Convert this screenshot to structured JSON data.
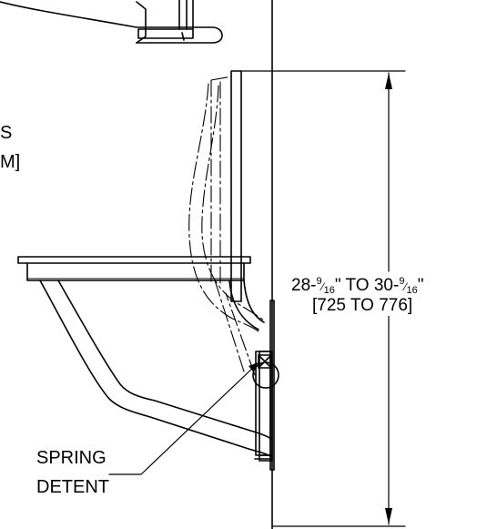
{
  "labels": {
    "cut_left_top": "S",
    "cut_left_bottom": "M]",
    "spring_line1": "SPRING",
    "spring_line2": "DETENT",
    "dim_whole_a": "28-",
    "dim_num_a": "9",
    "dim_den_a": "16",
    "dim_mid": "\" TO 30-",
    "dim_num_b": "9",
    "dim_den_b": "16",
    "dim_end": "\"",
    "dim_metric": "[725 TO 776]"
  },
  "colors": {
    "line": "#000000",
    "background": "#ffffff"
  }
}
